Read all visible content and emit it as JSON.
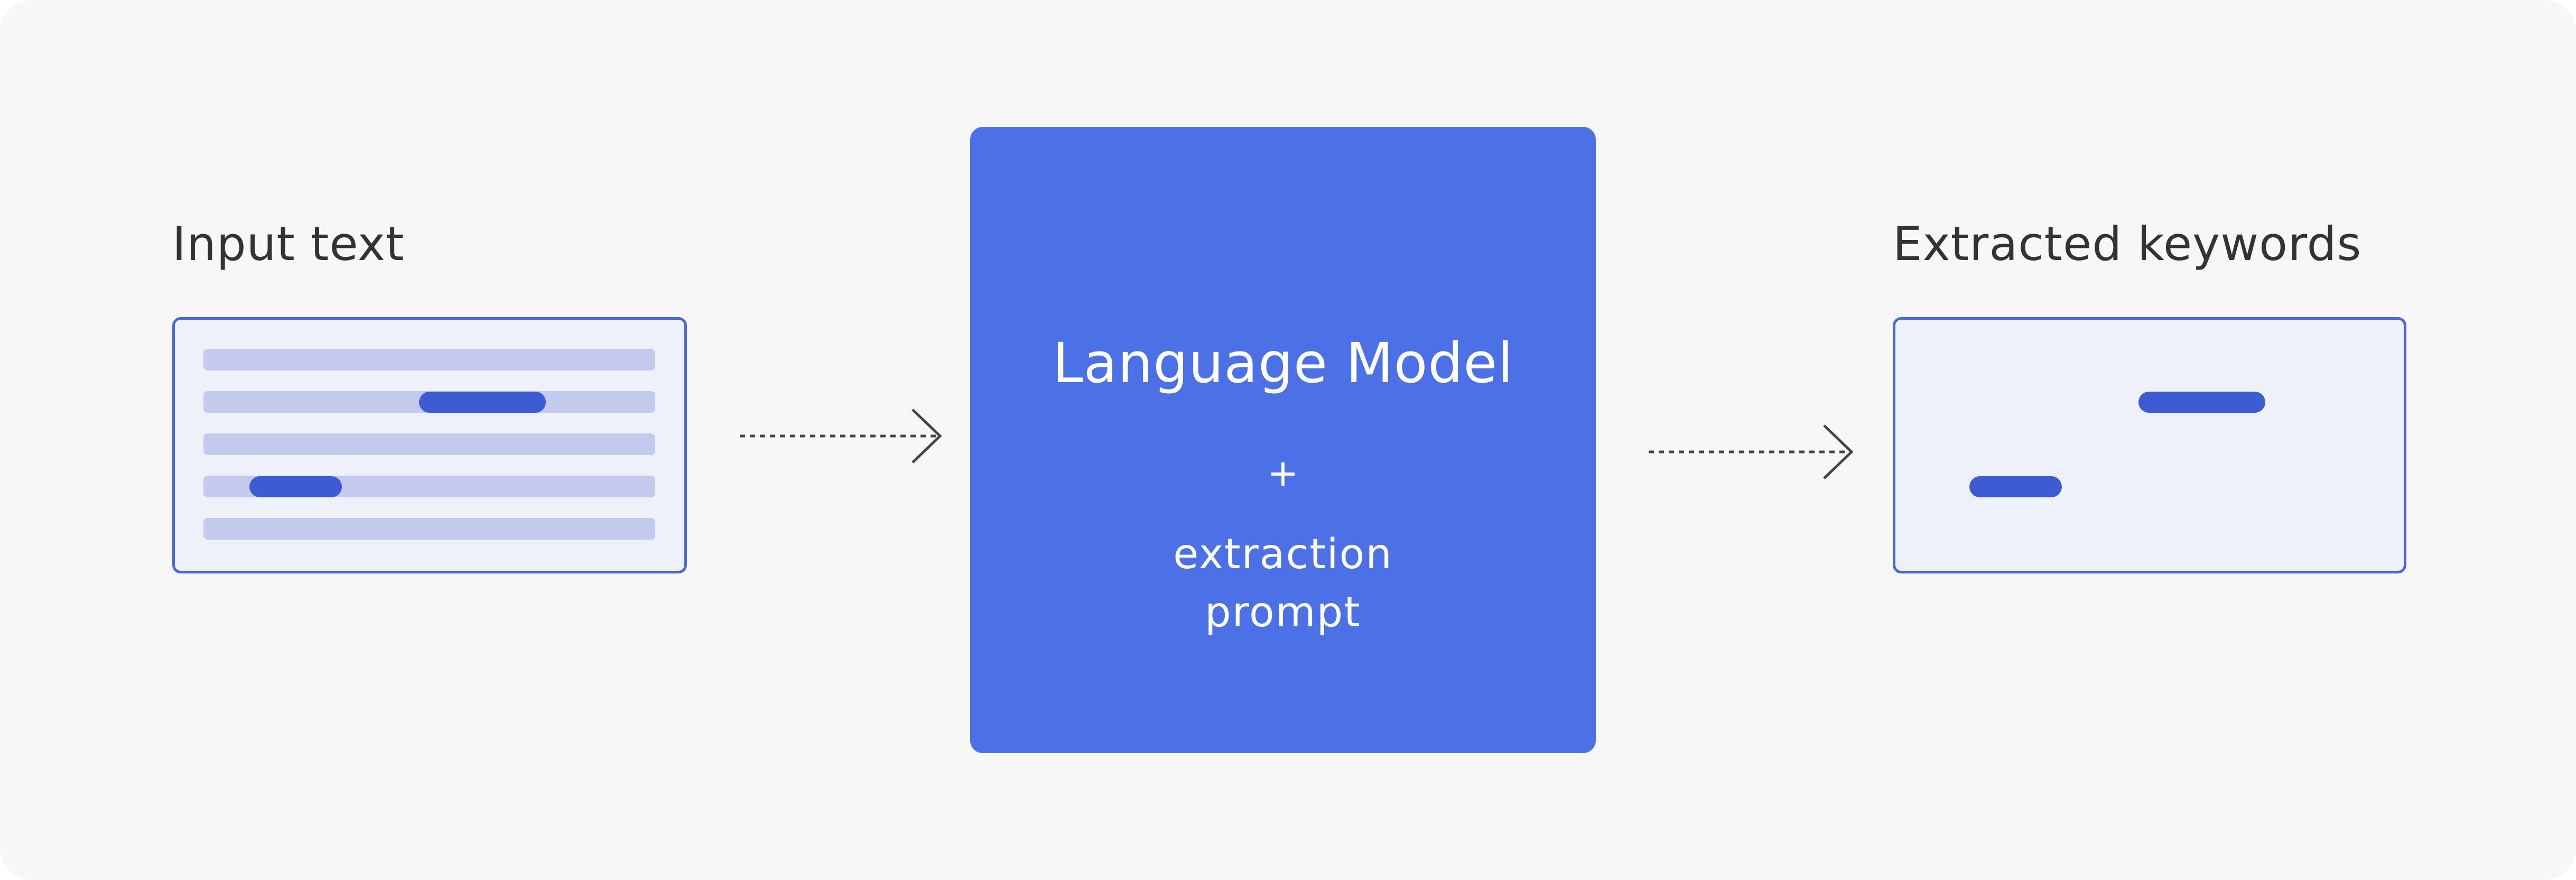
{
  "diagram": {
    "input_label": "Input text",
    "output_label": "Extracted keywords",
    "model": {
      "title": "Language Model",
      "plus": "+",
      "prompt_line1": "extraction",
      "prompt_line2": "prompt"
    }
  },
  "colors": {
    "background": "#f7f7f7",
    "accent_blue": "#4c70e6",
    "box_border": "#4a68d8",
    "box_fill": "#eef0fa",
    "text_line": "#c3caee",
    "keyword_pill": "#3d5bd2",
    "label_text": "#333333"
  }
}
